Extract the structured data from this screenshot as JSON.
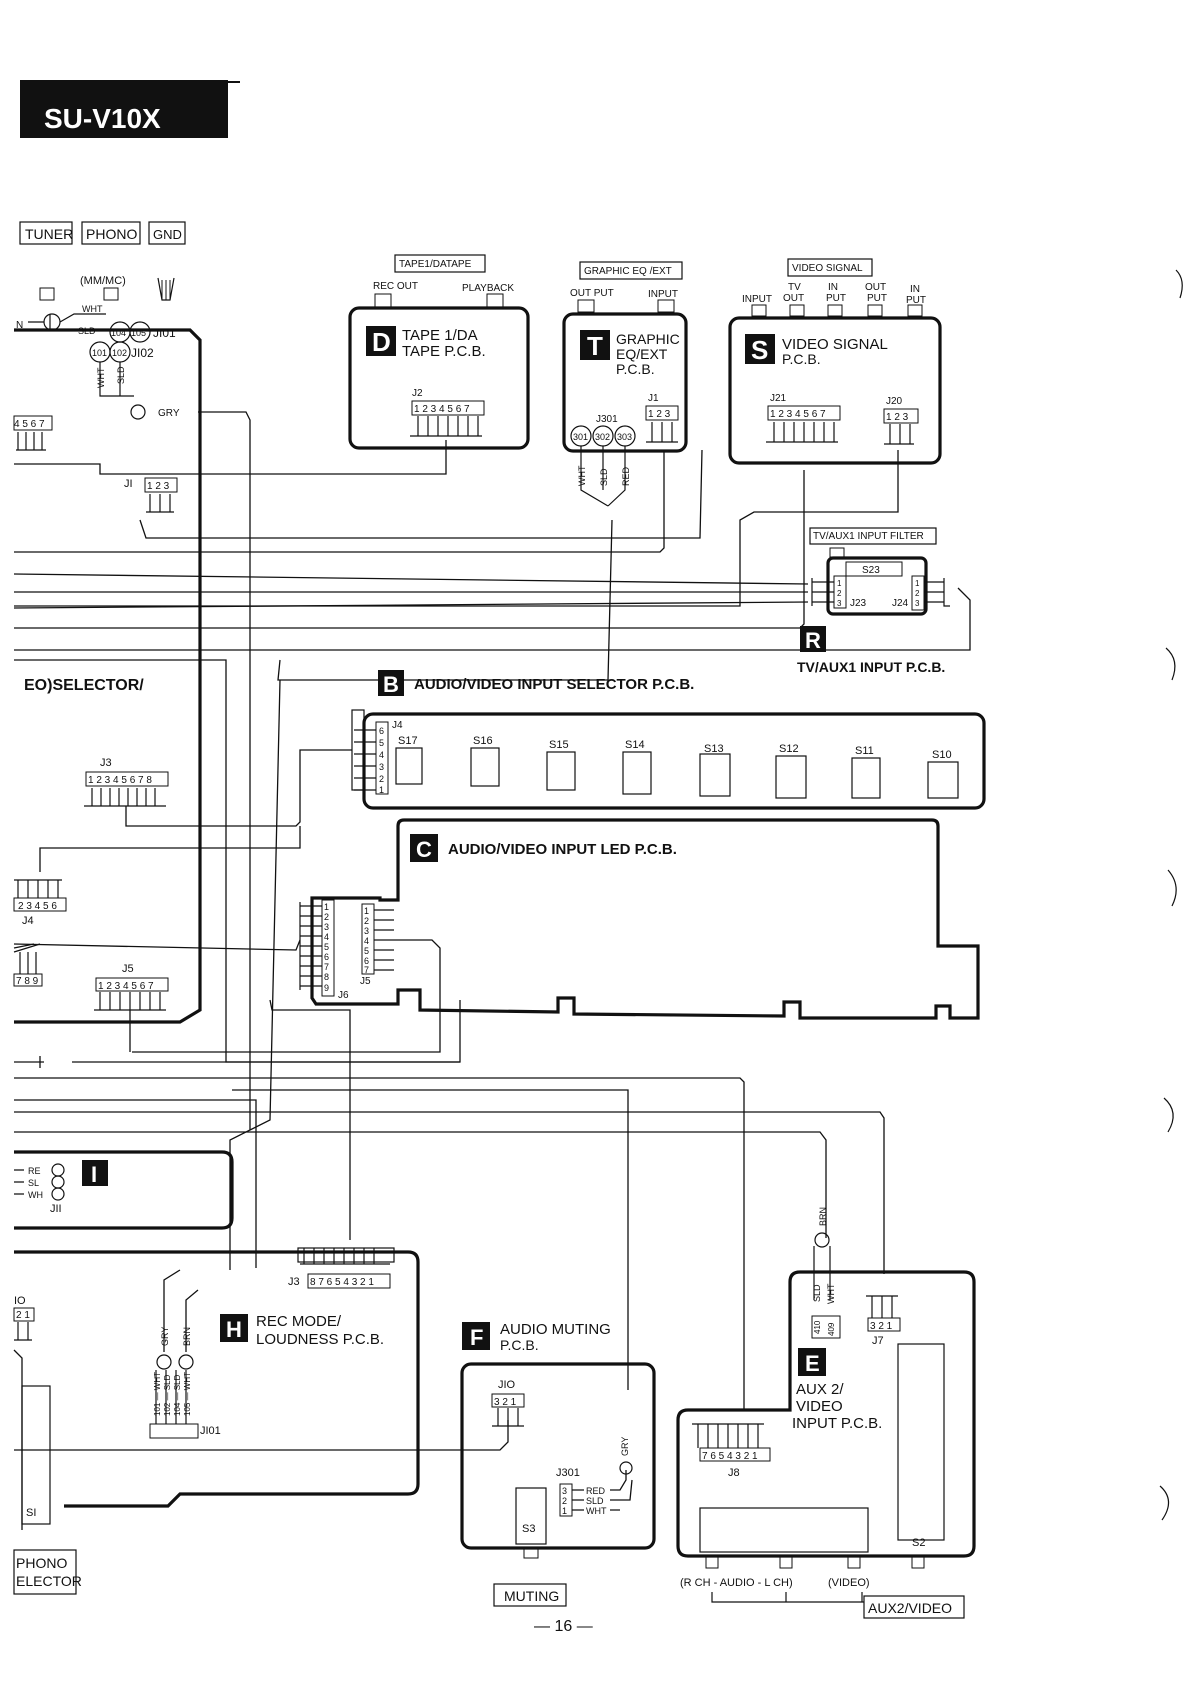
{
  "model_title": "SU-V10X",
  "page_number": "— 16 —",
  "top_tags": {
    "tuner": "TUNER",
    "phono": "PHONO",
    "gnd": "GND"
  },
  "mm_mc": "(MM/MC)",
  "phono_jack": {
    "wht": "WHT",
    "sld": "SLD",
    "pins": [
      "104",
      "105",
      "101",
      "102"
    ],
    "j101": "JI01",
    "j102": "JI02",
    "wht2": "WHT",
    "sld2": "SLD",
    "gry": "GRY",
    "n": "N"
  },
  "left_conn_4567": "4 5 6 7",
  "j1_left": {
    "label": "JI",
    "pins": "1 2 3"
  },
  "tape_section": {
    "tag": "TAPE1/DATAPE",
    "rec_out": "REC OUT",
    "playback": "PLAYBACK",
    "letter": "D",
    "name1": "TAPE 1/DA",
    "name2": "TAPE P.C.B.",
    "conn": "J2",
    "conn_pins": "1 2 3 4 5 6 7"
  },
  "graphic_section": {
    "tag": "GRAPHIC EQ /EXT",
    "output": "OUT PUT",
    "input": "INPUT",
    "letter": "T",
    "name1": "GRAPHIC",
    "name2": "EQ/EXT",
    "name3": "P.C.B.",
    "conn": "J1",
    "conn_pins": "1 2 3",
    "j301": "J301",
    "jacks": [
      "301",
      "302",
      "303"
    ],
    "wires": [
      "WHT",
      "SLD",
      "RED"
    ]
  },
  "video_signal_section": {
    "tag": "VIDEO SIGNAL",
    "input": "INPUT",
    "tv_out": [
      "TV",
      "OUT"
    ],
    "in_put": [
      "IN",
      "PUT"
    ],
    "out_put": [
      "OUT",
      "PUT"
    ],
    "in_put2": [
      "IN",
      "PUT"
    ],
    "letter": "S",
    "name1": "VIDEO SIGNAL",
    "name2": "P.C.B.",
    "j21": "J21",
    "j21_pins": "1 2 3 4 5 6 7",
    "j20": "J20",
    "j20_pins": "1 2 3"
  },
  "tv_aux_filter": {
    "tag": "TV/AUX1 INPUT FILTER",
    "s23": "S23",
    "j23": "J23",
    "j24": "J24",
    "letter": "R",
    "name": "TV/AUX1 INPUT P.C.B."
  },
  "selector_left": "EO)SELECTOR/",
  "input_selector": {
    "letter": "B",
    "name": "AUDIO/VIDEO INPUT SELECTOR P.C.B.",
    "j4": "J4",
    "j4_pins": [
      "6",
      "5",
      "4",
      "3",
      "2",
      "1"
    ],
    "switches": [
      "S17",
      "S16",
      "S15",
      "S14",
      "S13",
      "S12",
      "S11",
      "S10"
    ]
  },
  "j3_left": {
    "label": "J3",
    "pins": "1 2 3 4 5 6 7 8"
  },
  "led_pcb": {
    "letter": "C",
    "name": "AUDIO/VIDEO INPUT LED P.C.B.",
    "j6": "J6",
    "j6_pins": [
      "1",
      "2",
      "3",
      "4",
      "5",
      "6",
      "7",
      "8",
      "9"
    ],
    "j5": "J5",
    "j5_pins": [
      "1",
      "2",
      "3",
      "4",
      "5",
      "6",
      "7"
    ]
  },
  "left_j4": {
    "label": "J4",
    "pins": "2 3 4 5 6"
  },
  "left_789": "7 8 9",
  "j5_left": {
    "label": "J5",
    "pins": "1 2 3 4 5 6 7"
  },
  "pcb_i": {
    "letter": "I",
    "j11": "JII",
    "wires": [
      "RE",
      "SL",
      "WH"
    ]
  },
  "rec_mode": {
    "letter": "H",
    "name1": "REC MODE/",
    "name2": "LOUDNESS P.C.B.",
    "j3": "J3",
    "j3_pins": "8 7 6 5 4 3 2 1",
    "gry": "GRY",
    "brn": "BRN",
    "wires": [
      "101 — WHT",
      "102 — SLD",
      "104 — SLD",
      "105 — WHT"
    ],
    "j101": "JI01"
  },
  "left_io": "IO",
  "left_21": "2 1",
  "s1": "SI",
  "phono_selector": [
    "PHONO",
    "ELECTOR"
  ],
  "muting": {
    "letter": "F",
    "name1": "AUDIO MUTING",
    "name2": "P.C.B.",
    "j10": "JIO",
    "j10_pins": "3 2 1",
    "j301": "J301",
    "j301_pins": [
      "3",
      "2",
      "1"
    ],
    "wires": [
      "RED",
      "SLD",
      "WHT"
    ],
    "gry": "GRY",
    "s3": "S3",
    "tag": "MUTING"
  },
  "aux2": {
    "letter": "E",
    "name1": "AUX 2/",
    "name2": "VIDEO",
    "name3": "INPUT P.C.B.",
    "brn": "BRN",
    "sld": "SLD",
    "wht": "WHT",
    "pins410": [
      "410",
      "409"
    ],
    "j7": "J7",
    "j7_pins": "3 2 1",
    "j8": "J8",
    "j8_pins": "7 6 5 4 3 2 1",
    "s2": "S2",
    "bottom_label": "(R CH - AUDIO - L CH)",
    "video": "(VIDEO)",
    "tag": "AUX2/VIDEO"
  }
}
